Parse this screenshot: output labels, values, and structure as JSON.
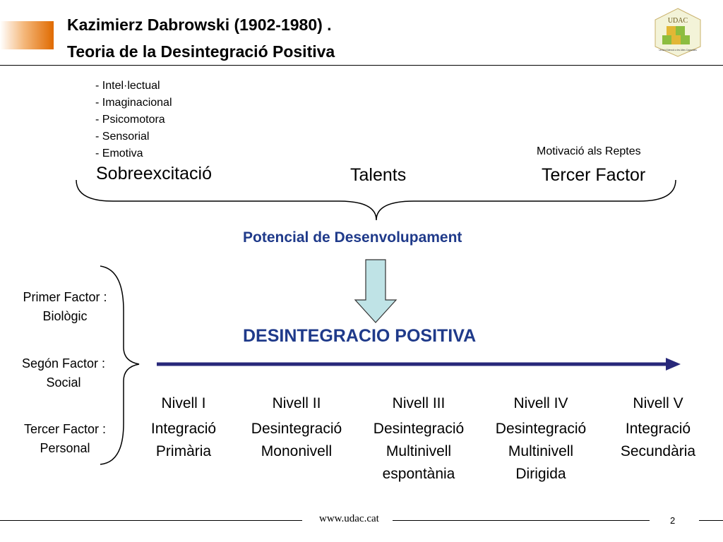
{
  "header": {
    "title_line1": "Kazimierz Dabrowski (1902-1980) .",
    "title_line2": "Teoria de la Desintegració Positiva",
    "logo_text": "UDAC",
    "logo_caption": "Unitat d'Atenció a les Altes Capacitats"
  },
  "overexcitabilities": [
    "- Intel·lectual",
    "- Imaginacional",
    "- Psicomotora",
    "- Sensorial",
    "- Emotiva"
  ],
  "potential": {
    "sobreexcitacio": "Sobreexcitació",
    "talents": "Talents",
    "motivacio": "Motivació als Reptes",
    "tercer_factor": "Tercer Factor",
    "potencial_label": "Potencial de Desenvolupament"
  },
  "main_title": "DESINTEGRACIO POSITIVA",
  "factors": [
    {
      "line1": "Primer Factor :",
      "line2": "Biològic"
    },
    {
      "line1": "Segón Factor :",
      "line2": "Social"
    },
    {
      "line1": "Tercer Factor :",
      "line2": "Personal"
    }
  ],
  "levels": [
    {
      "name": "Nivell I",
      "line1": "Integració",
      "line2": "Primària",
      "line3": ""
    },
    {
      "name": "Nivell II",
      "line1": "Desintegració",
      "line2": "Mononivell",
      "line3": ""
    },
    {
      "name": "Nivell III",
      "line1": "Desintegració",
      "line2": "Multinivell",
      "line3": "espontània"
    },
    {
      "name": "Nivell IV",
      "line1": "Desintegració",
      "line2": "Multinivell",
      "line3": "Dirigida"
    },
    {
      "name": "Nivell V",
      "line1": "Integració",
      "line2": "Secundària",
      "line3": ""
    }
  ],
  "colors": {
    "accent_blue": "#1f3a8a",
    "arrow_fill": "#bfe3e6",
    "orange": "#e06a00",
    "logo_green": "#8cbd3f"
  },
  "footer": {
    "url": "www.udac.cat",
    "page": "2"
  }
}
